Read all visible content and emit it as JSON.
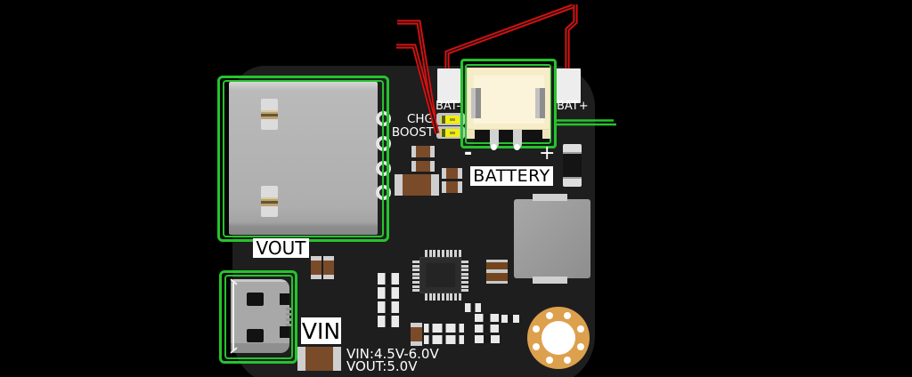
{
  "labels": {
    "bat_minus": "BAT-",
    "bat_plus": "BAT+",
    "chg": "CHG",
    "boost": "BOOST",
    "minus": "-",
    "plus": "+",
    "battery": "BATTERY",
    "vout": "VOUT",
    "vin": "VIN",
    "spec_vin": "VIN:4.5V-6.0V",
    "spec_vout": "VOUT:5.0V"
  },
  "colors": {
    "background": "#000000",
    "board": "#1e1e1e",
    "annotation_green": "#25c42d",
    "wire_red": "#de0e0e",
    "led_yellow": "#f2ef08",
    "connector_cream": "#f6edc8",
    "mount_hole_gold": "#dda04d",
    "label_background": "#ffffff",
    "label_text": "#000000",
    "silkscreen_text": "#ffffff"
  }
}
